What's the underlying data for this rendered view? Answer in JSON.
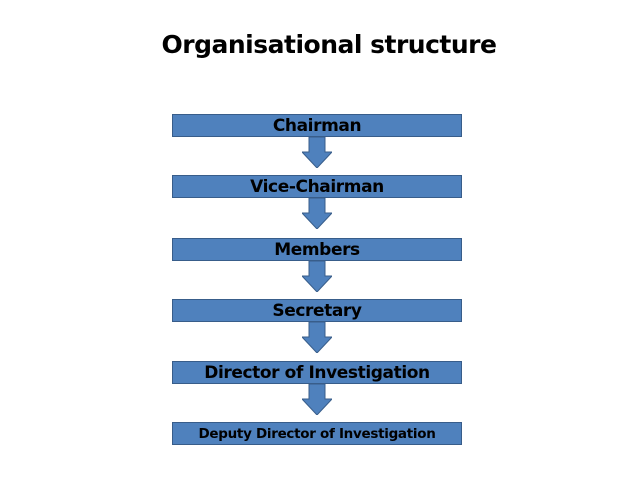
{
  "diagram": {
    "title": "Organisational structure",
    "colors": {
      "box_fill": "#4f81bd",
      "box_border": "#385d8a",
      "text": "#000000"
    },
    "nodes": [
      {
        "label": "Chairman"
      },
      {
        "label": "Vice-Chairman"
      },
      {
        "label": "Members"
      },
      {
        "label": "Secretary"
      },
      {
        "label": "Director of Investigation"
      },
      {
        "label": "Deputy Director of Investigation"
      }
    ],
    "edges": [
      {
        "from": "Chairman",
        "to": "Vice-Chairman"
      },
      {
        "from": "Vice-Chairman",
        "to": "Members"
      },
      {
        "from": "Members",
        "to": "Secretary"
      },
      {
        "from": "Secretary",
        "to": "Director of Investigation"
      },
      {
        "from": "Director of Investigation",
        "to": "Deputy Director of Investigation"
      }
    ]
  }
}
